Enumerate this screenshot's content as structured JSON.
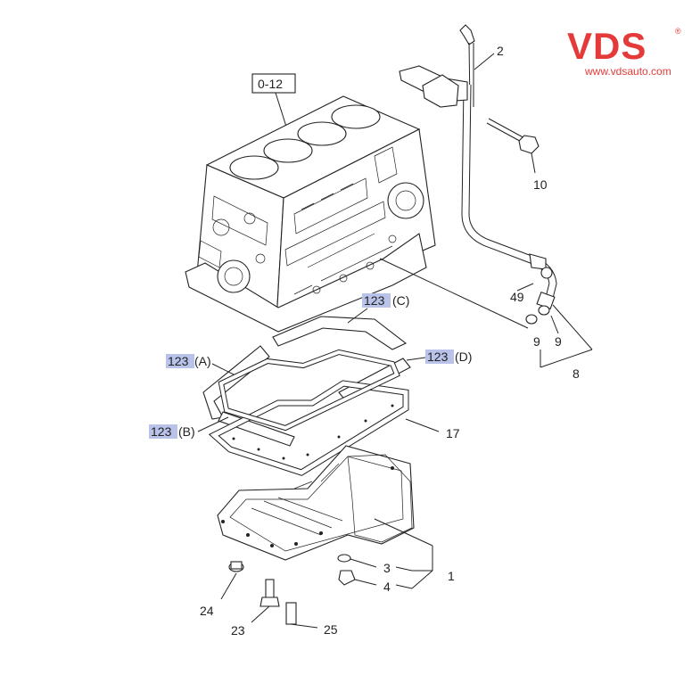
{
  "logo": {
    "brand": "VDS",
    "registered": "®",
    "url": "www.vdsauto.com",
    "color": "#e53a3a"
  },
  "highlight_color": "#b9c3ea",
  "callouts": {
    "block_ref": "0-12",
    "p2": "2",
    "p10": "10",
    "p49": "49",
    "p9a": "9",
    "p9b": "9",
    "p8": "8",
    "p17": "17",
    "p3": "3",
    "p4": "4",
    "p1": "1",
    "p24": "24",
    "p23": "23",
    "p25": "25",
    "p123c_num": "123",
    "p123c_suffix": "(C)",
    "p123a_num": "123",
    "p123a_suffix": "(A)",
    "p123d_num": "123",
    "p123d_suffix": "(D)",
    "p123b_num": "123",
    "p123b_suffix": "(B)"
  }
}
